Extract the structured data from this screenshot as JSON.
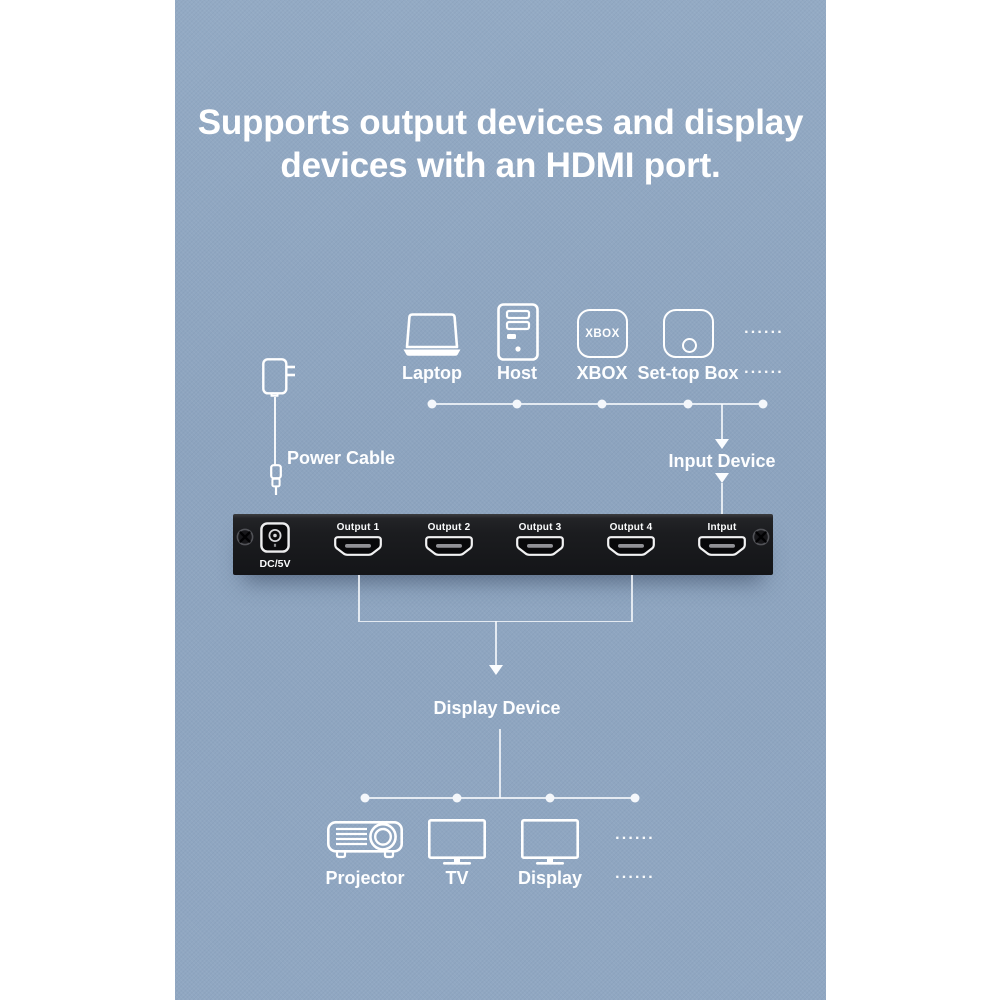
{
  "title": {
    "line1": "Supports output devices and display",
    "line2": "devices with an HDMI port."
  },
  "colors": {
    "background": "#8fa6c1",
    "panel": "#1b1c1f",
    "text": "#ffffff"
  },
  "decor": {
    "ellipsis": "......"
  },
  "input_devices": {
    "flow_label": "Input Device",
    "items": [
      {
        "label": "Laptop"
      },
      {
        "label": "Host"
      },
      {
        "label": "XBOX",
        "icon_text": "XBOX"
      },
      {
        "label": "Set-top Box"
      }
    ]
  },
  "power": {
    "label": "Power Cable"
  },
  "panel": {
    "dc_label": "DC/5V",
    "ports": [
      {
        "label": "Output 1"
      },
      {
        "label": "Output 2"
      },
      {
        "label": "Output 3"
      },
      {
        "label": "Output 4"
      },
      {
        "label": "Intput"
      }
    ]
  },
  "output_devices": {
    "flow_label": "Display Device",
    "items": [
      {
        "label": "Projector"
      },
      {
        "label": "TV"
      },
      {
        "label": "Display"
      }
    ]
  }
}
